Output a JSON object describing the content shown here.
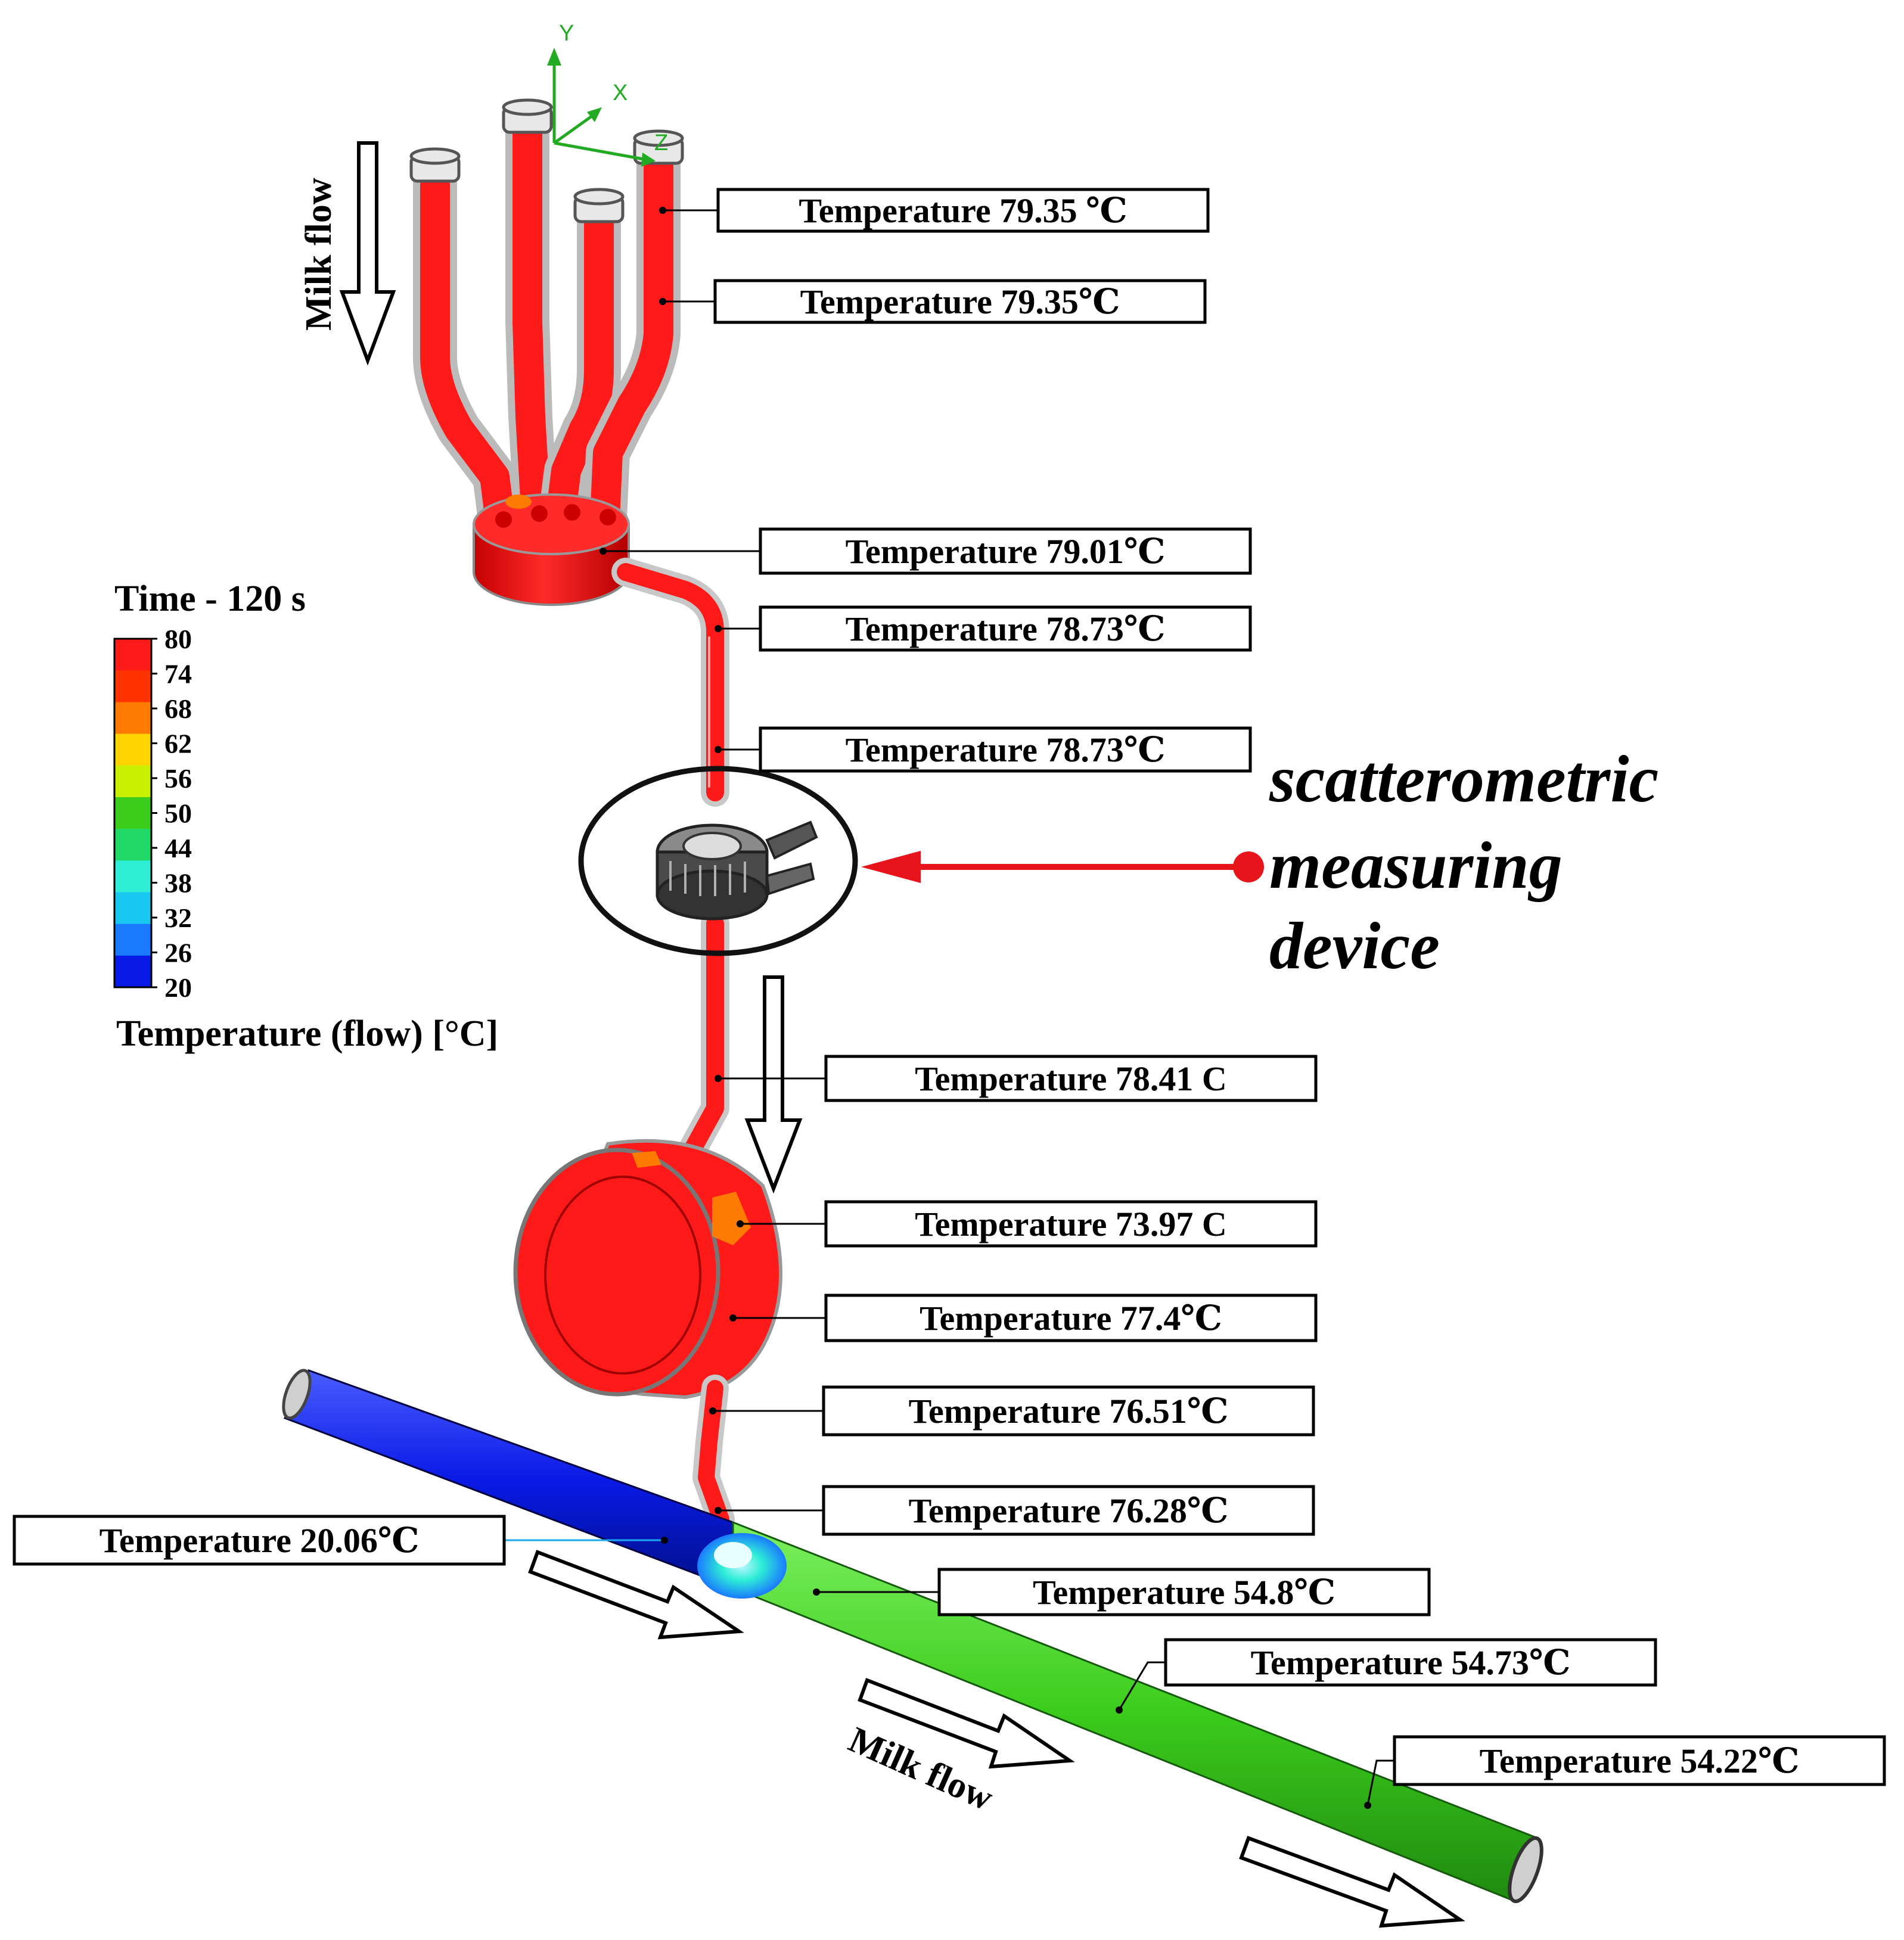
{
  "legend": {
    "title": "Time - 120 s",
    "ticks": [
      "80",
      "74",
      "68",
      "62",
      "56",
      "50",
      "44",
      "38",
      "32",
      "26",
      "20"
    ],
    "colors": [
      "#ff1a1a",
      "#ff3300",
      "#ff7a00",
      "#ffd400",
      "#c8f000",
      "#3ccc1c",
      "#21d966",
      "#2eeed6",
      "#18c8f0",
      "#1a7aff",
      "#0a1ae6"
    ],
    "axis_label": "Temperature (flow) [°C]"
  },
  "callouts": [
    {
      "id": "t1",
      "text": "Temperature 79.35 ℃"
    },
    {
      "id": "t2",
      "text": "Temperature 79.35℃"
    },
    {
      "id": "t3",
      "text": "Temperature 79.01℃"
    },
    {
      "id": "t4",
      "text": "Temperature 78.73℃"
    },
    {
      "id": "t5",
      "text": "Temperature 78.73℃"
    },
    {
      "id": "t6",
      "text": "Temperature 78.41 C"
    },
    {
      "id": "t7",
      "text": "Temperature 73.97 C"
    },
    {
      "id": "t8",
      "text": "Temperature 77.4℃"
    },
    {
      "id": "t9",
      "text": "Temperature 76.51℃"
    },
    {
      "id": "t10",
      "text": "Temperature 76.28℃"
    },
    {
      "id": "t11",
      "text": "Temperature 20.06℃"
    },
    {
      "id": "t12",
      "text": "Temperature 54.8℃"
    },
    {
      "id": "t13",
      "text": "Temperature 54.73℃"
    },
    {
      "id": "t14",
      "text": "Temperature 54.22℃"
    }
  ],
  "flow_labels": {
    "top": "Milk flow",
    "bottom": "Milk flow"
  },
  "device_label": [
    "scatterometric",
    "measuring",
    "device"
  ],
  "axes": {
    "x": "X",
    "y": "Y",
    "z": "Z"
  },
  "colors": {
    "hot": "#ff1a1a",
    "warm_patch": "#ff7a00",
    "cold": "#0a1ae6",
    "mixed": "#3ccc1c",
    "pointer": "#e8141c"
  }
}
